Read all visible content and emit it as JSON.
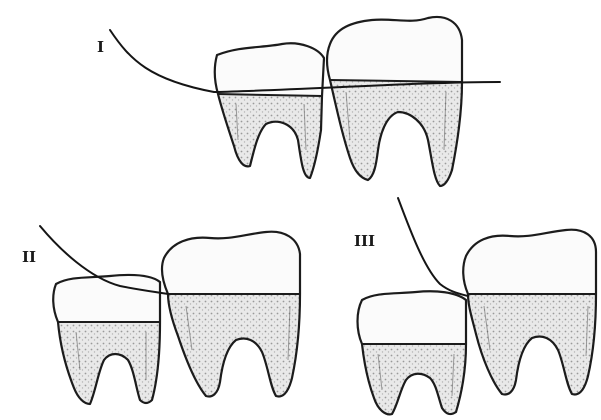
{
  "labels": {
    "panel_1": "I",
    "panel_2": "II",
    "panel_3": "III"
  },
  "colors": {
    "ink": "#1c1c1c",
    "root_shade": "#d6d6d6",
    "background": "#ffffff"
  }
}
